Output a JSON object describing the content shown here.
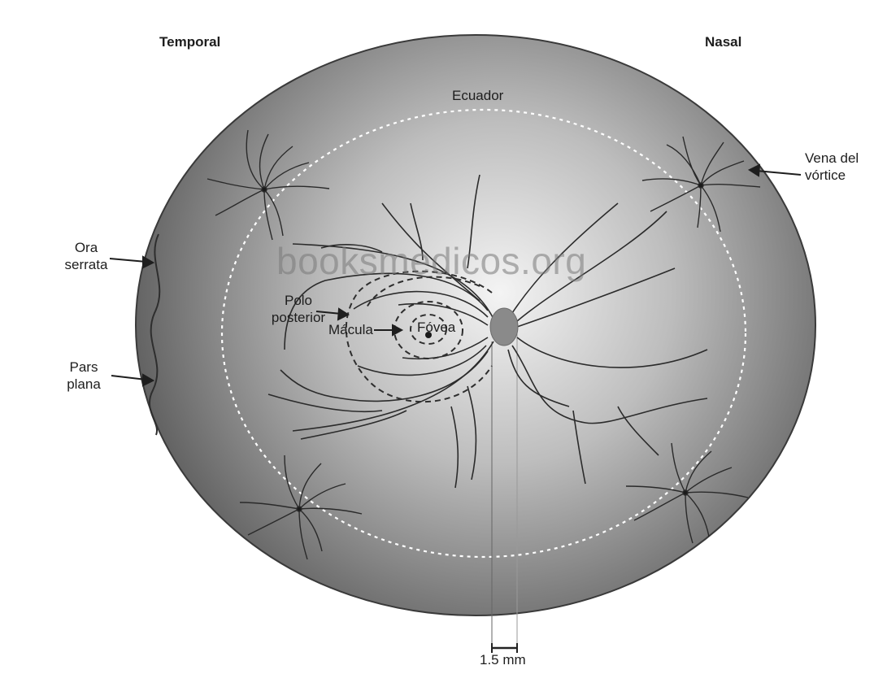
{
  "labels": {
    "temporal": "Temporal",
    "nasal": "Nasal",
    "ecuador": "Ecuador",
    "vena_line1": "Vena del",
    "vena_line2": "vórtice",
    "ora_line1": "Ora",
    "ora_line2": "serrata",
    "pars_line1": "Pars",
    "pars_line2": "plana",
    "polo_line1": "Polo",
    "polo_line2": "posterior",
    "macula": "Mácula",
    "fovea": "Fóvea",
    "scale": "1.5 mm"
  },
  "watermark": "booksmedicos.org",
  "colors": {
    "fundus_center": "#f4f4f4",
    "fundus_edge": "#5a5a5a",
    "vessels": "#2b2b2b",
    "optic_disc": "#8a8a8a",
    "equator_line": "#ffffff",
    "text": "#1e1e1e"
  }
}
